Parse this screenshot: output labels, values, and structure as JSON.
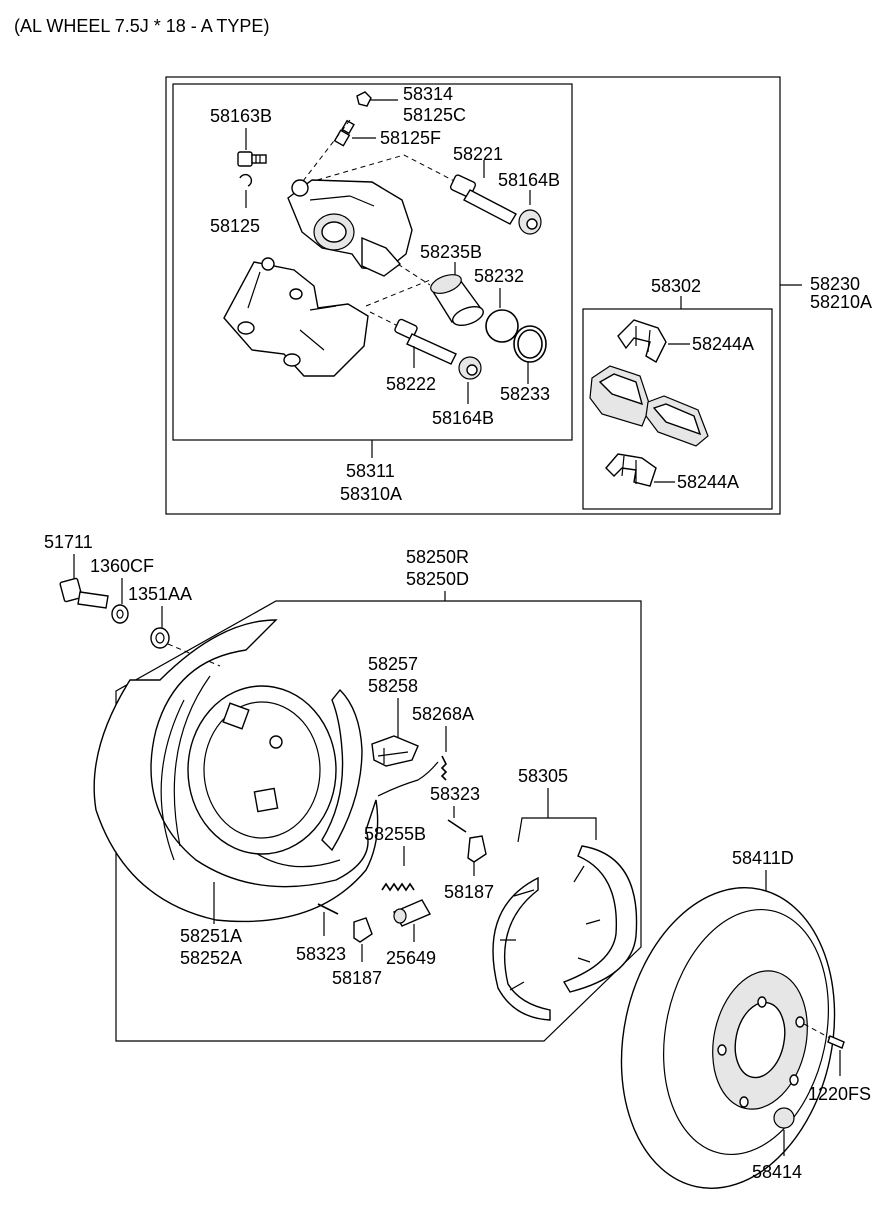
{
  "title": "(AL WHEEL 7.5J * 18 - A TYPE)",
  "labels": {
    "p58314": "58314",
    "p58125C": "58125C",
    "p58163B": "58163B",
    "p58125F": "58125F",
    "p58221": "58221",
    "p58164B_top": "58164B",
    "p58125": "58125",
    "p58235B": "58235B",
    "p58232": "58232",
    "p58222": "58222",
    "p58233": "58233",
    "p58164B_bot": "58164B",
    "p58311": "58311",
    "p58310A": "58310A",
    "p58302": "58302",
    "p58244A_top": "58244A",
    "p58244A_bot": "58244A",
    "p58230": "58230",
    "p58210A": "58210A",
    "p51711": "51711",
    "p1360CF": "1360CF",
    "p1351AA": "1351AA",
    "p58250R": "58250R",
    "p58250D": "58250D",
    "p58257": "58257",
    "p58258": "58258",
    "p58268A": "58268A",
    "p58305": "58305",
    "p58323_top": "58323",
    "p58255B": "58255B",
    "p58187_top": "58187",
    "p58251A": "58251A",
    "p58252A": "58252A",
    "p58323_bot": "58323",
    "p25649": "25649",
    "p58187_bot": "58187",
    "p58411D": "58411D",
    "p1220FS": "1220FS",
    "p58414": "58414"
  }
}
